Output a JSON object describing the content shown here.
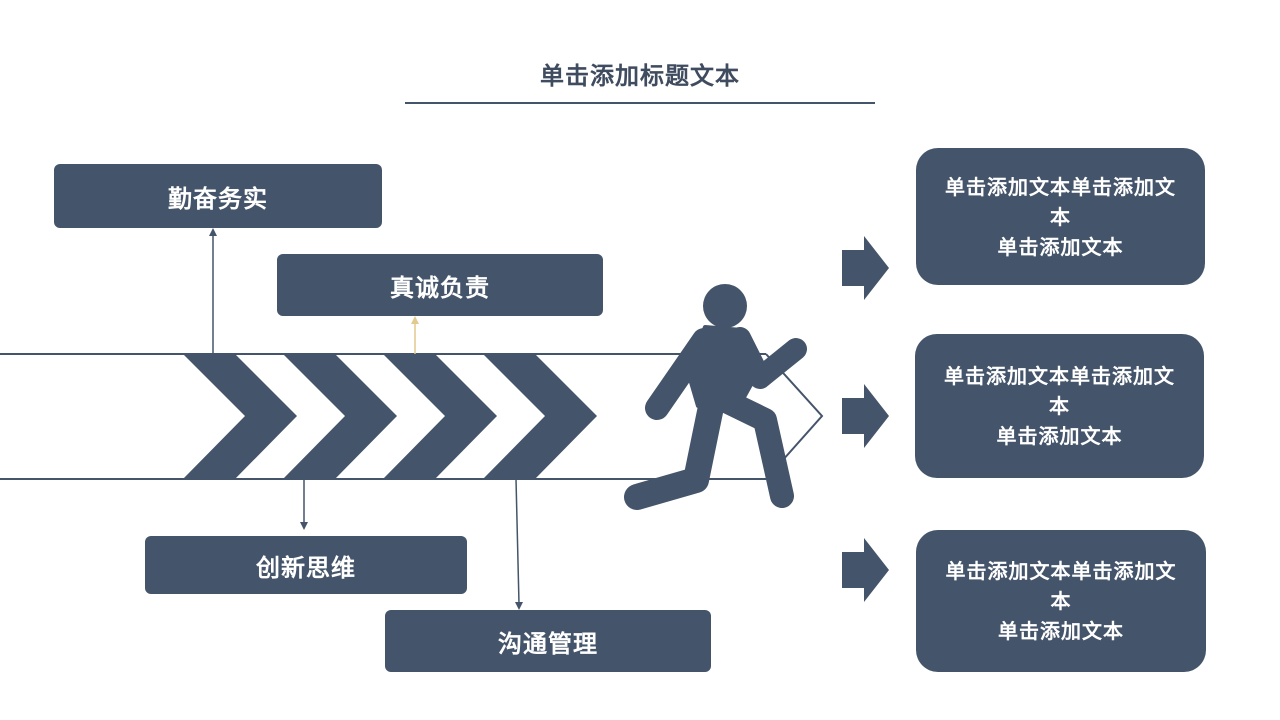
{
  "title": "单击添加标题文本",
  "labels": {
    "top_1": "勤奋务实",
    "top_2": "真诚负责",
    "bottom_1": "创新思维",
    "bottom_2": "沟通管理"
  },
  "text_boxes": [
    {
      "line1": "单击添加文本单击添加文本",
      "line2": "单击添加文本"
    },
    {
      "line1": "单击添加文本单击添加文本",
      "line2": "单击添加文本"
    },
    {
      "line1": "单击添加文本单击添加文本",
      "line2": "单击添加文本"
    }
  ],
  "colors": {
    "primary": "#44546a",
    "accent_connector": "#e2c98f",
    "background": "#ffffff"
  },
  "icons": [
    "running-person-icon",
    "arrow-right-icon"
  ]
}
